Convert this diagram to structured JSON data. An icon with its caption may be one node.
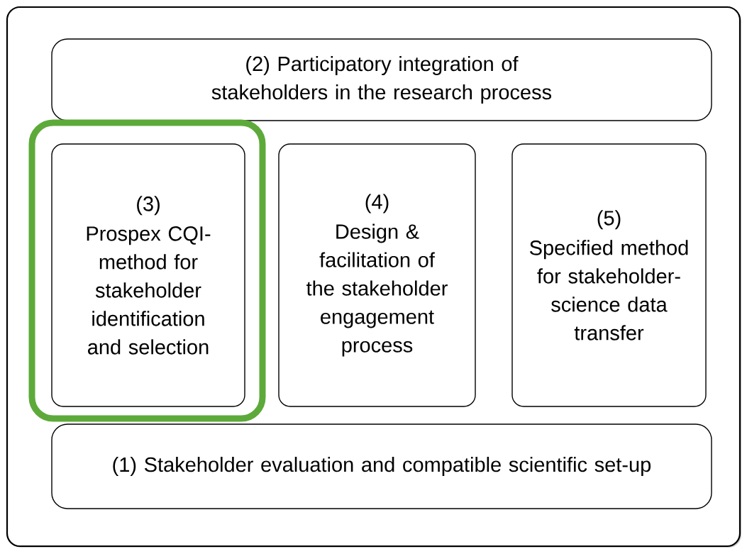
{
  "diagram": {
    "nodes": [
      {
        "text": [],
        "shape": "box"
      },
      {
        "text": [
          "(2) Participatory integration of stakeholders in the research process"
        ],
        "in": 0
      },
      {
        "text": [],
        "shape": "box",
        "in": 0
      },
      {
        "text": [
          "(3)",
          "Prospex CQI-method for stakeholder identification and selection"
        ],
        "in": 2
      },
      {
        "text": [
          "(4)",
          "Design & facilitation of the stakeholder engagement process"
        ],
        "in": 0
      },
      {
        "text": [
          "(5)",
          "Specified method for stakeholder-science data transfer"
        ],
        "in": 0
      },
      {
        "text": [
          "(1) Stakeholder evaluation and compatible scientific set-up"
        ],
        "in": 0
      }
    ]
  }
}
